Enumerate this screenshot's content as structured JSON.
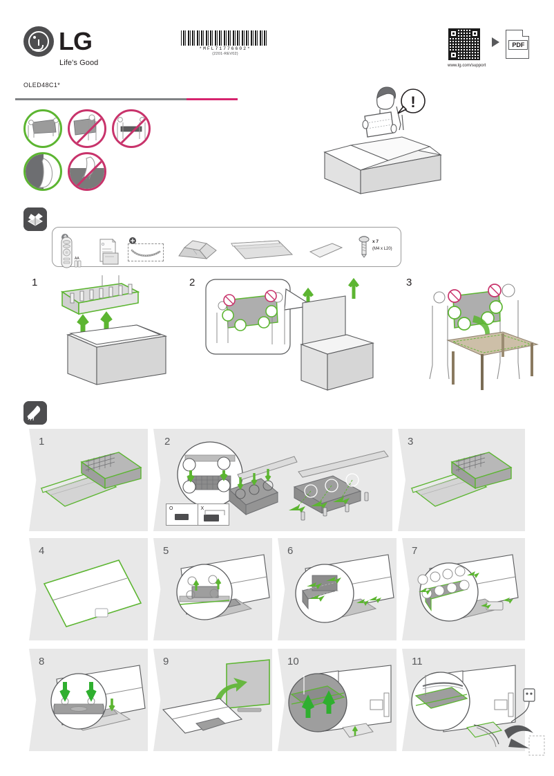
{
  "document": {
    "type": "quick-setup-guide",
    "brand": "LG",
    "tagline": "Life's Good",
    "model": "OLED48C1*",
    "barcode_number": "*MFL71776602*",
    "barcode_revision": "(2201-REV02)",
    "support_url": "www.lg.com/support",
    "pdf_label": "PDF"
  },
  "colors": {
    "green": "#5cb531",
    "red": "#c8336b",
    "magenta_rule": "#d6246e",
    "gray_rule": "#808285",
    "panel_bg": "#e8e8e8",
    "dark_badge": "#4d4d4f",
    "text": "#231f20"
  },
  "handling_icons": [
    {
      "name": "carry-tv-two-people-ok",
      "status": "allowed"
    },
    {
      "name": "carry-tv-one-person-not-allowed",
      "status": "prohibited"
    },
    {
      "name": "carry-tv-screen-down-not-allowed",
      "status": "prohibited"
    },
    {
      "name": "hold-tv-by-frame-ok",
      "status": "allowed"
    },
    {
      "name": "touch-screen-not-allowed",
      "status": "prohibited"
    }
  ],
  "accessories": {
    "section_icon": "open-box-icon",
    "items": [
      {
        "name": "remote-control",
        "label": "",
        "sub": "",
        "badge": "bluetooth-icon",
        "battery": "AA"
      },
      {
        "name": "manuals-and-cards",
        "label": "",
        "sub": ""
      },
      {
        "name": "optional-cable-tie",
        "label": "",
        "sub": "",
        "optional": true
      },
      {
        "name": "stand-base",
        "label": "",
        "sub": ""
      },
      {
        "name": "stand-cover-bar",
        "label": "",
        "sub": ""
      },
      {
        "name": "cable-holder-plate",
        "label": "",
        "sub": ""
      },
      {
        "name": "screws",
        "label": "x 7",
        "sub": "(M4 x L20)"
      }
    ]
  },
  "unboxing": {
    "steps": [
      {
        "num": "1",
        "name": "remove-top-packing-foam"
      },
      {
        "num": "2",
        "name": "lift-tv-out-of-box-two-people"
      },
      {
        "num": "3",
        "name": "lay-tv-screen-down-on-table"
      }
    ]
  },
  "assembly": {
    "section_icon": "hand-assembly-icon",
    "ox_guide": {
      "ok_symbol": "O",
      "ng_symbol": "X"
    },
    "steps": [
      {
        "num": "1",
        "name": "prepare-stand-base-and-cover"
      },
      {
        "num": "2",
        "name": "attach-stand-base-with-screws"
      },
      {
        "num": "3",
        "name": "completed-stand-assembly"
      },
      {
        "num": "4",
        "name": "place-tv-face-down-on-soft-cloth"
      },
      {
        "num": "5",
        "name": "align-stand-to-tv-mount-points"
      },
      {
        "num": "6",
        "name": "insert-stand-into-tv-bracket"
      },
      {
        "num": "7",
        "name": "fasten-stand-screws-to-tv"
      },
      {
        "num": "8",
        "name": "press-down-to-lock-cover"
      },
      {
        "num": "9",
        "name": "stand-tv-upright"
      },
      {
        "num": "10",
        "name": "attach-rear-cable-cover"
      },
      {
        "num": "11",
        "name": "route-cables-and-connect-power"
      }
    ]
  }
}
